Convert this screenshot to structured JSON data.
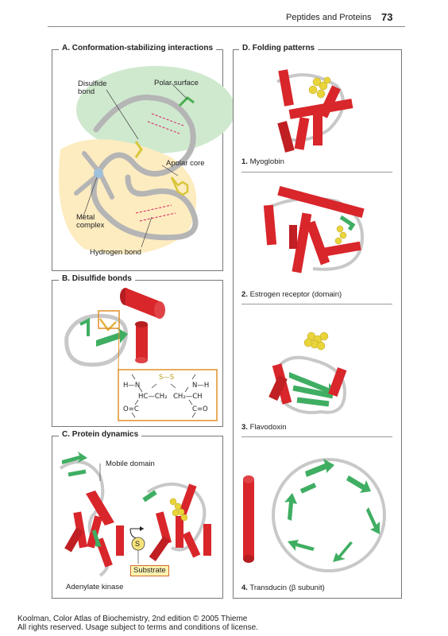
{
  "header": {
    "running_title": "Peptides and Proteins",
    "page_number": "73"
  },
  "panels": {
    "a": {
      "title": "A. Conformation-stabilizing interactions",
      "labels": {
        "disulfide": "Disulfide\nbond",
        "polar": "Polar surface",
        "apolar": "Apolar core",
        "metal": "Metal\ncomplex",
        "hydrogen": "Hydrogen bond"
      }
    },
    "b": {
      "title": "B. Disulfide bonds",
      "chem": {
        "l1": "H—N",
        "l2": "HC—CH₂",
        "l3": "O=C",
        "ss": "S—S",
        "r1": "N—H",
        "r2": "CH₂—CH",
        "r3": "C=O"
      }
    },
    "c": {
      "title": "C. Protein dynamics",
      "mobile": "Mobile domain",
      "s": "S",
      "substrate": "Substrate",
      "enzyme": "Adenylate kinase"
    },
    "d": {
      "title": "D. Folding patterns",
      "items": [
        {
          "num": "1.",
          "name": "Myoglobin"
        },
        {
          "num": "2.",
          "name": "Estrogen receptor (domain)"
        },
        {
          "num": "3.",
          "name": "Flavodoxin"
        },
        {
          "num": "4.",
          "name": "Transducin (β subunit)"
        }
      ]
    }
  },
  "footer": {
    "line1": "Koolman, Color Atlas of Biochemistry, 2nd edition © 2005 Thieme",
    "line2": "All rights reserved. Usage subject to terms and conditions of license."
  },
  "colors": {
    "helix": "#d8262b",
    "sheet": "#3fae62",
    "coil": "#bdbdbd",
    "ligand": "#e9d43a",
    "polar_region": "#cfe9cf",
    "apolar_region": "#fdecc0",
    "substrate_box": "#fdf3b0"
  }
}
